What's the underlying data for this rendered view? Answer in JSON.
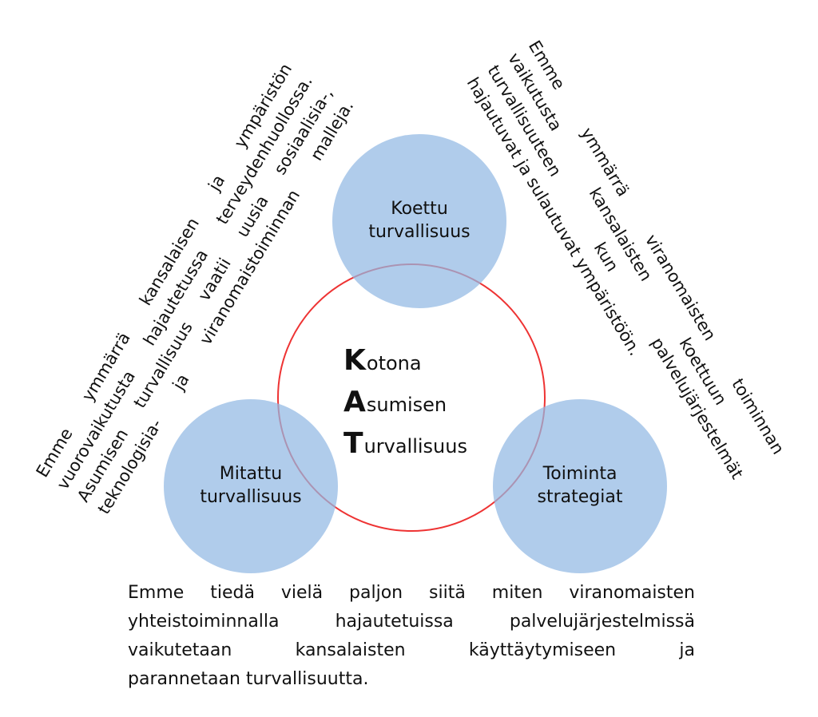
{
  "diagram": {
    "center": {
      "lines": [
        {
          "cap": "K",
          "rest": "otona"
        },
        {
          "cap": "A",
          "rest": "sumisen"
        },
        {
          "cap": "T",
          "rest": "urvallisuus"
        }
      ]
    },
    "bubbles": {
      "top": {
        "line1": "Koettu",
        "line2": "turvallisuus"
      },
      "left": {
        "line1": "Mitattu",
        "line2": "turvallisuus"
      },
      "right": {
        "line1": "Toiminta",
        "line2": "strategiat"
      }
    },
    "colors": {
      "bubble": "#91b9e3",
      "ring": "#e33333"
    }
  },
  "left_text": {
    "lines": [
      "Emme ymmärrä kansalaisen ja ympäristön",
      "vuorovaikutusta hajautetussa terveydenhuollossa.",
      "Asumisen turvallisuus vaatii uusia sosiaalisia-,",
      "teknologisia- ja viranomaistoiminnan malleja."
    ]
  },
  "right_text": {
    "lines": [
      "Emme ymmärrä viranomaisten toiminnan",
      "vaikutusta kansalaisten koettuun",
      "turvallisuuteen kun palvelujärjestelmät",
      "hajautuvat ja sulautuvat ympäristöön."
    ]
  },
  "bottom_text": {
    "lines": [
      "Emme tiedä vielä paljon siitä miten viranomaisten",
      "yhteistoiminnalla hajautetuissa palvelujärjestelmissä",
      "vaikutetaan kansalaisten käyttäytymiseen ja",
      "parannetaan turvallisuutta."
    ]
  }
}
